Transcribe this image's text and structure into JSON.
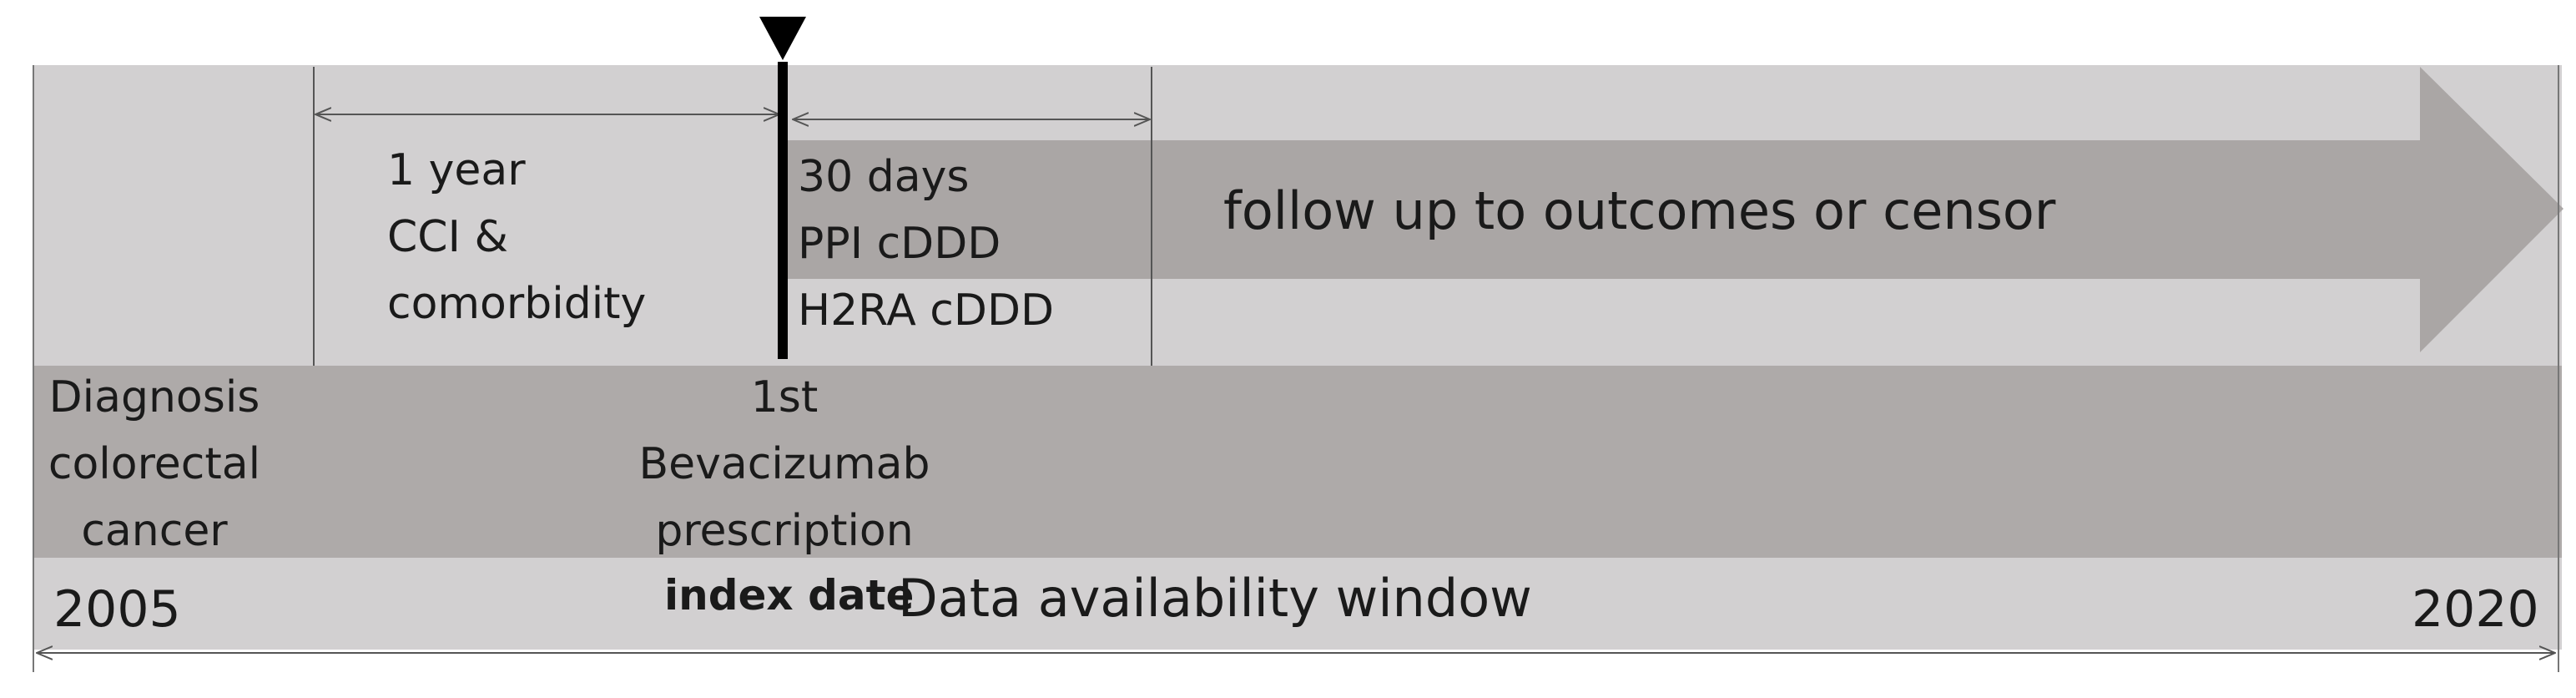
{
  "colors": {
    "band_light": "#d2d0d1",
    "band_dark": "#aeaaa9",
    "arrow_fill": "#aaa6a5",
    "line": "#555555",
    "index_line": "#000000",
    "text": "#1a1a1a"
  },
  "baseline": {
    "duration": "1 year",
    "line1": "CCI &",
    "line2": "comorbidity"
  },
  "exposure": {
    "duration": "30 days",
    "line1": "PPI cDDD",
    "line2": "H2RA cDDD"
  },
  "follow_up": {
    "label": "follow up to outcomes or censor"
  },
  "diagnosis": {
    "line1": "Diagnosis",
    "line2": "colorectal",
    "line3": "cancer"
  },
  "prescription": {
    "line1": "1st",
    "line2": "Bevacizumab",
    "line3": "prescription"
  },
  "bottom": {
    "start_year": "2005",
    "end_year": "2020",
    "index_date": "index date",
    "window_label": "Data availability window"
  }
}
